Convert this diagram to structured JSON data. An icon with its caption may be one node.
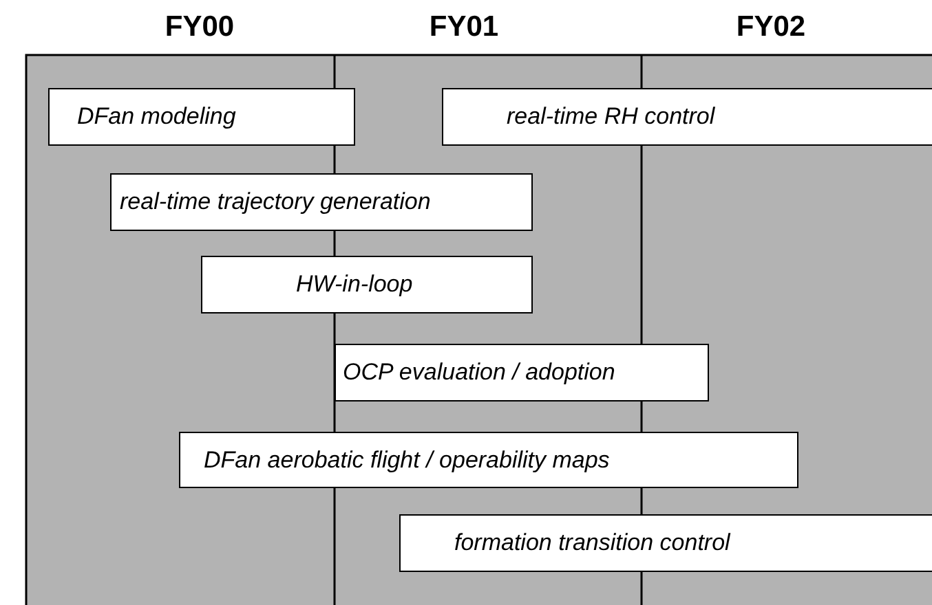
{
  "diagram": {
    "nodes": [
      {
        "text": [
          "DFan modeling"
        ]
      },
      {
        "text": [
          "real-time RH control"
        ]
      },
      {
        "text": [
          "real-time trajectory generation"
        ]
      },
      {
        "text": [
          "HW-in-loop"
        ]
      },
      {
        "text": [
          "OCP evaluation / adoption"
        ]
      },
      {
        "text": [
          "DFan aerobatic flight / operability maps"
        ]
      },
      {
        "text": [
          "formation transition control"
        ]
      }
    ],
    "labels": [
      "FY00",
      "FY01",
      "FY02"
    ]
  }
}
